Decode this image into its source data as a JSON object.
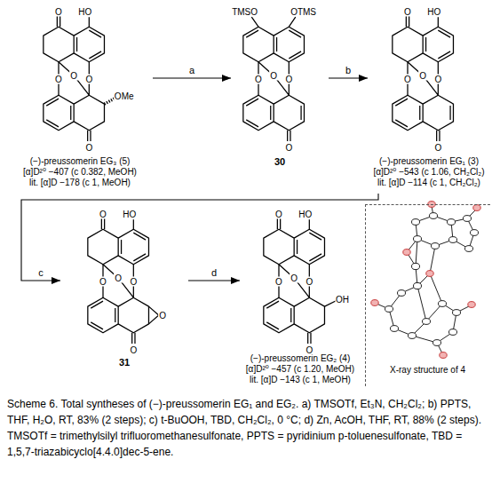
{
  "diagram": {
    "caption": "Scheme 6. Total syntheses of (−)-preussomerin EG₁ and EG₂. a) TMSOTf, Et₃N, CH₂Cl₂; b) PPTS, THF, H₂O, RT, 83% (2 steps); c) t-BuOOH, TBD, CH₂Cl₂, 0 °C; d) Zn, AcOH, THF, RT, 88% (2 steps). TMSOTf = trimethylsilyl trifluoromethanesulfonate, PPTS = pyridinium p-toluenesulfonate, TBD = 1,5,7-triazabicyclo[4.4.0]dec-5-ene.",
    "nodes": [
      {
        "text": [
          "(−)-preussomerin EG₃ (5)",
          "[α]D²⁰ −407 (c 0.382, MeOH)",
          "lit. [α]D −178 (c 1, MeOH)"
        ]
      },
      {
        "text": [
          "30"
        ]
      },
      {
        "text": [
          "(−)-preussomerin EG₁ (3)",
          "[α]D²⁰ −543 (c 1.06, CH₂Cl₂)",
          "lit. [α]D −114 (c 1, CH₂Cl₂)"
        ]
      },
      {
        "text": [
          "31"
        ]
      },
      {
        "text": [
          "(−)-preussomerin EG₂ (4)",
          "[α]D²⁰ −457 (c 1.20, MeOH)",
          "lit. [α]D −143 (c 1, MeOH)"
        ]
      },
      {
        "text": [
          "X-ray structure of 4"
        ]
      }
    ],
    "edges": [
      {
        "from": 0,
        "to": 1,
        "label": "a",
        "arrow": "to"
      },
      {
        "from": 1,
        "to": 2,
        "label": "b",
        "arrow": "to"
      },
      {
        "from": 2,
        "to": 3,
        "label": "c",
        "arrow": "to"
      },
      {
        "from": 3,
        "to": 4,
        "label": "d",
        "arrow": "to"
      }
    ],
    "labels": [
      "O",
      "HO",
      "O",
      "O",
      "O",
      "OMe",
      "O",
      "TMSO",
      "OTMS",
      "O",
      "O",
      "O",
      "O",
      "O",
      "HO",
      "O",
      "O",
      "O",
      "O",
      "O",
      "HO",
      "O",
      "O",
      "O",
      "O",
      "O",
      "O",
      "HO",
      "O",
      "O",
      "O",
      "OH",
      "O"
    ]
  }
}
